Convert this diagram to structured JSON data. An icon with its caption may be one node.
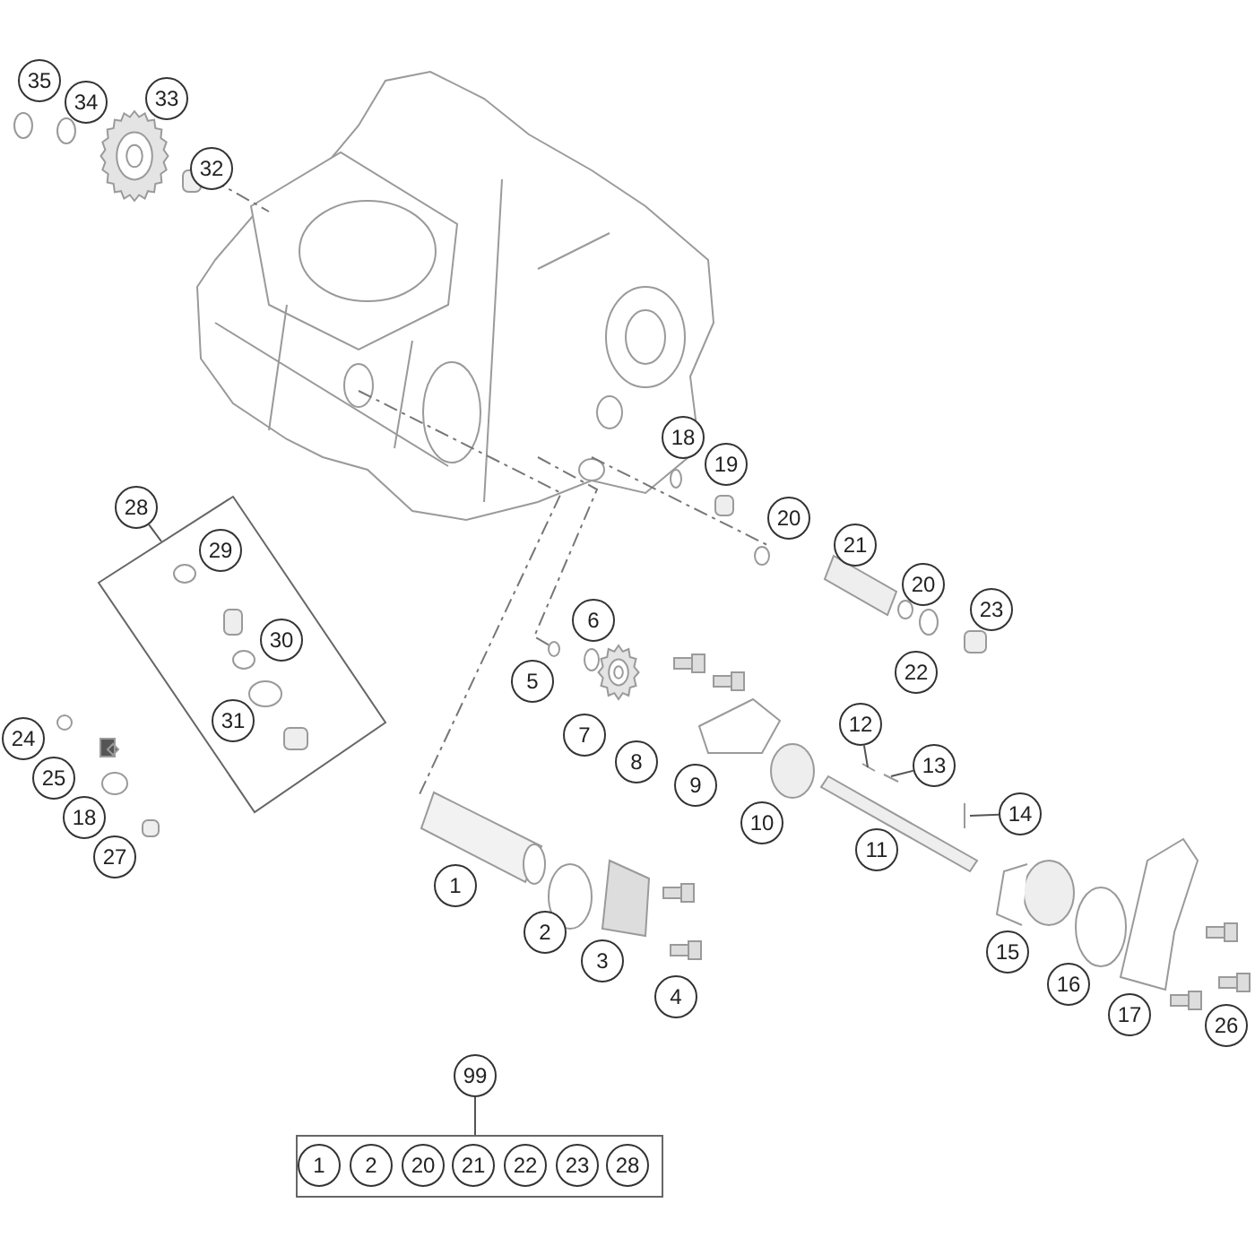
{
  "diagram": {
    "nodes": [
      {
        "text": [
          "35"
        ]
      },
      {
        "text": [
          "34"
        ]
      },
      {
        "text": [
          "33"
        ]
      },
      {
        "text": [
          "32"
        ]
      },
      {
        "text": [
          "18"
        ]
      },
      {
        "text": [
          "19"
        ]
      },
      {
        "text": [
          "20"
        ]
      },
      {
        "text": [
          "21"
        ]
      },
      {
        "text": [
          "20"
        ]
      },
      {
        "text": [
          "23"
        ]
      },
      {
        "text": [
          "22"
        ]
      },
      {
        "text": [
          "28"
        ]
      },
      {
        "text": [],
        "shape": "box"
      },
      {
        "text": [
          "29"
        ],
        "in": 12
      },
      {
        "text": [
          "30"
        ],
        "in": 12
      },
      {
        "text": [
          "31"
        ],
        "in": 12
      },
      {
        "text": [
          "6"
        ]
      },
      {
        "text": [
          "5"
        ]
      },
      {
        "text": [
          "7"
        ]
      },
      {
        "text": [
          "8"
        ]
      },
      {
        "text": [
          "9"
        ]
      },
      {
        "text": [
          "10"
        ]
      },
      {
        "text": [
          "12"
        ]
      },
      {
        "text": [
          "13"
        ]
      },
      {
        "text": [
          "11"
        ]
      },
      {
        "text": [
          "14"
        ]
      },
      {
        "text": [
          "24"
        ]
      },
      {
        "text": [
          "25"
        ]
      },
      {
        "text": [
          "18"
        ]
      },
      {
        "text": [
          "27"
        ]
      },
      {
        "text": [
          "1"
        ]
      },
      {
        "text": [
          "2"
        ]
      },
      {
        "text": [
          "3"
        ]
      },
      {
        "text": [
          "4"
        ]
      },
      {
        "text": [
          "15"
        ]
      },
      {
        "text": [
          "16"
        ]
      },
      {
        "text": [
          "17"
        ]
      },
      {
        "text": [
          "26"
        ]
      },
      {
        "text": [
          "99"
        ]
      },
      {
        "text": [],
        "shape": "box"
      },
      {
        "text": [
          "1"
        ],
        "in": 39
      },
      {
        "text": [
          "2"
        ],
        "in": 39
      },
      {
        "text": [
          "20"
        ],
        "in": 39
      },
      {
        "text": [
          "21"
        ],
        "in": 39
      },
      {
        "text": [
          "22"
        ],
        "in": 39
      },
      {
        "text": [
          "23"
        ],
        "in": 39
      },
      {
        "text": [
          "28"
        ],
        "in": 39
      }
    ],
    "edges": [
      {
        "from": 11,
        "to": 12,
        "arrow": "none"
      },
      {
        "from": 22,
        "to": null,
        "arrow": "none"
      },
      {
        "from": 23,
        "to": null,
        "arrow": "none"
      },
      {
        "from": 25,
        "to": null,
        "arrow": "none"
      },
      {
        "from": 38,
        "to": 39,
        "arrow": "none"
      }
    ]
  }
}
